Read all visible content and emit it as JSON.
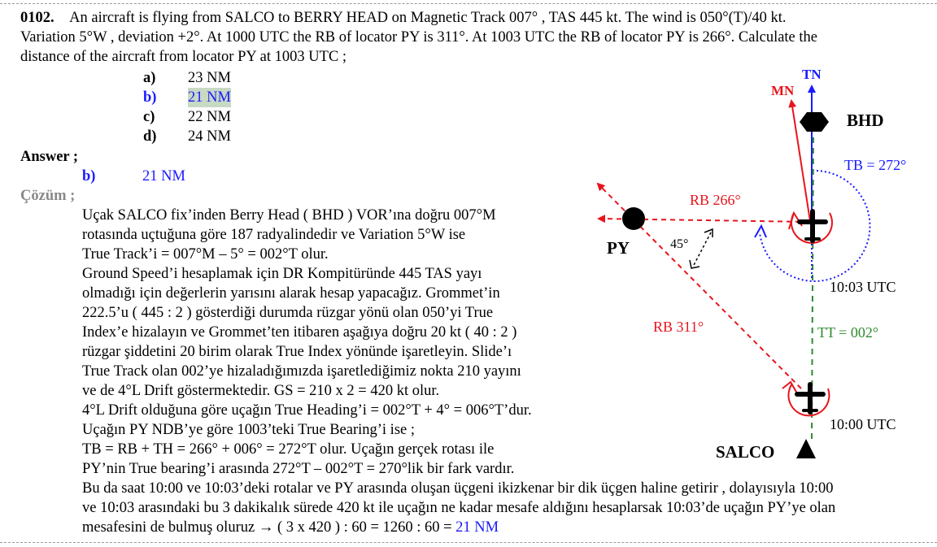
{
  "question": {
    "number": "0102.",
    "line1": "An aircraft is flying from SALCO to BERRY HEAD on Magnetic Track 007° , TAS 445 kt. The wind is 050°(T)/40 kt.",
    "line2": "Variation 5°W , deviation +2°. At 1000 UTC the RB of locator PY is 311°. At 1003 UTC the RB of locator PY is 266°. Calculate the",
    "line3": "distance of the aircraft from locator PY at 1003 UTC ;"
  },
  "options": [
    {
      "letter": "a)",
      "text": "23 NM",
      "selected": false
    },
    {
      "letter": "b)",
      "text": "21 NM",
      "selected": true
    },
    {
      "letter": "c)",
      "text": "22 NM",
      "selected": false
    },
    {
      "letter": "d)",
      "text": "24 NM",
      "selected": false
    }
  ],
  "answer": {
    "label": "Answer ;",
    "letter": "b)",
    "text": "21 NM"
  },
  "solution": {
    "label": "Çözüm ;",
    "lines": [
      "Uçak SALCO fix’inden Berry Head ( BHD ) VOR’ına doğru 007°M",
      "rotasında uçtuğuna göre 187 radyalindedir ve Variation 5°W ise",
      "True Track’i = 007°M – 5° = 002°T olur.",
      "Ground Speed’i hesaplamak için DR Kompitüründe 445 TAS yayı",
      "olmadığı için değerlerin yarısını alarak hesap yapacağız. Grommet’in",
      "222.5’u ( 445 : 2 ) gösterdiği durumda rüzgar yönü olan 050’yi True",
      "Index’e hizalayın ve Grommet’ten itibaren aşağıya doğru 20 kt ( 40 : 2 )",
      "rüzgar şiddetini 20 birim olarak True Index yönünde işaretleyin. Slide’ı",
      "True Track olan 002’ye hizaladığımızda işaretlediğimiz nokta 210 yayını",
      "ve de 4°L Drift göstermektedir. GS = 210 x 2 = 420 kt olur.",
      "4°L Drift olduğuna göre uçağın True Heading’i = 002°T + 4° = 006°T’dur.",
      "Uçağın PY NDB’ye göre 1003’teki True Bearing’i ise ;",
      "TB = RB + TH = 266° + 006° = 272°T olur. Uçağın gerçek rotası ile",
      "PY’nin True bearing’i arasında 272°T – 002°T = 270°lik bir fark vardır.",
      "Bu da saat 10:00 ve 10:03’deki rotalar ve PY arasında oluşan üçgeni ikizkenar bir dik üçgen haline getirir , dolayısıyla 10:00",
      "ve 10:03 arasındaki bu 3 dakikalık sürede 420 kt ile uçağın ne kadar mesafe aldığını hesaplarsak 10:03’de uçağın PY’ye olan"
    ],
    "last_line_prefix": "mesafesini de bulmuş oluruz → ( 3 x 420 ) : 60 = 1260 : 60 = ",
    "last_line_result": "21 NM"
  },
  "diagram": {
    "tn": "TN",
    "mn": "MN",
    "bhd": "BHD",
    "tb": "TB = 272°",
    "rb266": "RB 266°",
    "py": "PY",
    "angle": "45°",
    "time_1003": "10:03 UTC",
    "rb311": "RB 311°",
    "tt": "TT = 002°",
    "time_1000": "10:00 UTC",
    "salco": "SALCO"
  },
  "colors": {
    "answer_blue": "#1a1aff",
    "red": "#e8141c",
    "green": "#2e8b2e",
    "highlight": "#c8d9c4"
  }
}
